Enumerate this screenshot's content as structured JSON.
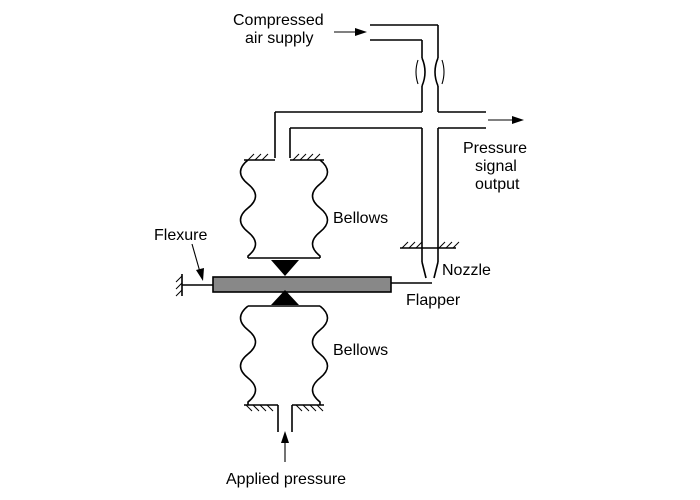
{
  "labels": {
    "compressed_air_line1": "Compressed",
    "compressed_air_line2": "air supply",
    "pressure_signal_line1": "Pressure",
    "pressure_signal_line2": "signal",
    "pressure_signal_line3": "output",
    "bellows_upper": "Bellows",
    "bellows_lower": "Bellows",
    "flexure": "Flexure",
    "nozzle": "Nozzle",
    "flapper": "Flapper",
    "applied_pressure": "Applied pressure"
  },
  "colors": {
    "flapper_fill": "#888888",
    "line": "#000000"
  }
}
